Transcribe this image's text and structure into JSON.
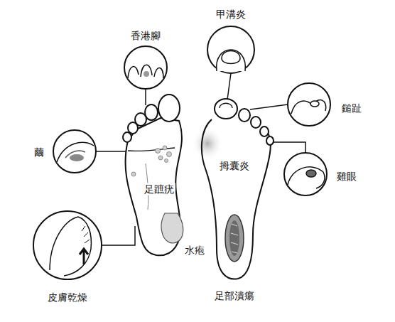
{
  "diagram": {
    "labels": [
      "香港腳",
      "甲溝炎",
      "鎚趾",
      "繭",
      "足蹠疣",
      "拇囊炎",
      "雞眼",
      "水疱",
      "皮膚乾燥",
      "足部潰瘍"
    ]
  }
}
